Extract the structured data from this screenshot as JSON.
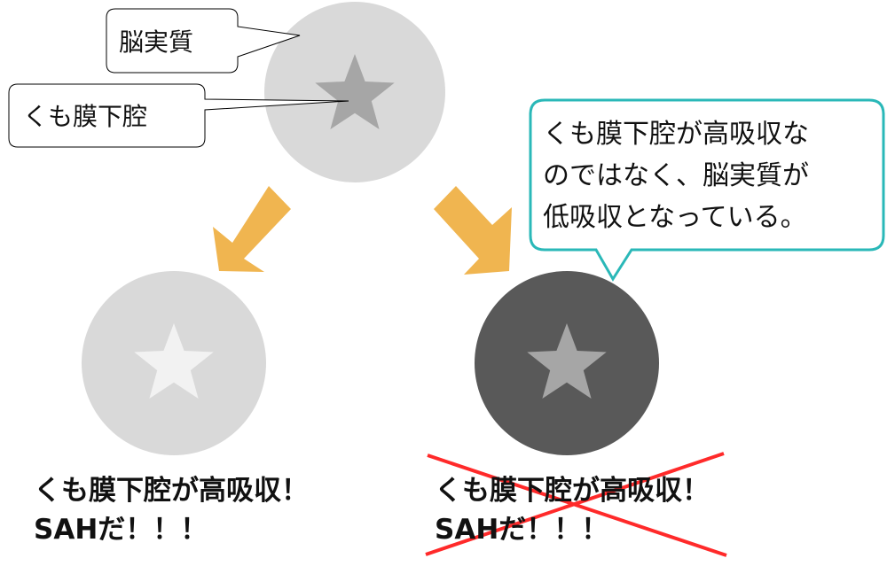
{
  "callouts": {
    "parenchyma": "脳実質",
    "subarachnoid": "くも膜下腔"
  },
  "note": {
    "lines": [
      "くも膜下腔が高吸収な",
      "のではなく、脳実質が",
      "低吸収となっている。"
    ]
  },
  "captions": {
    "left": {
      "line1": "くも膜下腔が高吸収！",
      "line2": "SAHだ！！！"
    },
    "right": {
      "line1": "くも膜下腔が高吸収！",
      "line2": "SAHだ！！！"
    }
  },
  "colors": {
    "circle_top": "#d9d9d9",
    "star_top": "#a6a6a6",
    "circle_left": "#d9d9d9",
    "star_left": "#f2f2f2",
    "circle_right": "#595959",
    "star_right": "#a6a6a6",
    "arrow": "#f0b550",
    "note_border": "#2ab8b8",
    "cross": "#ff2a2a"
  }
}
